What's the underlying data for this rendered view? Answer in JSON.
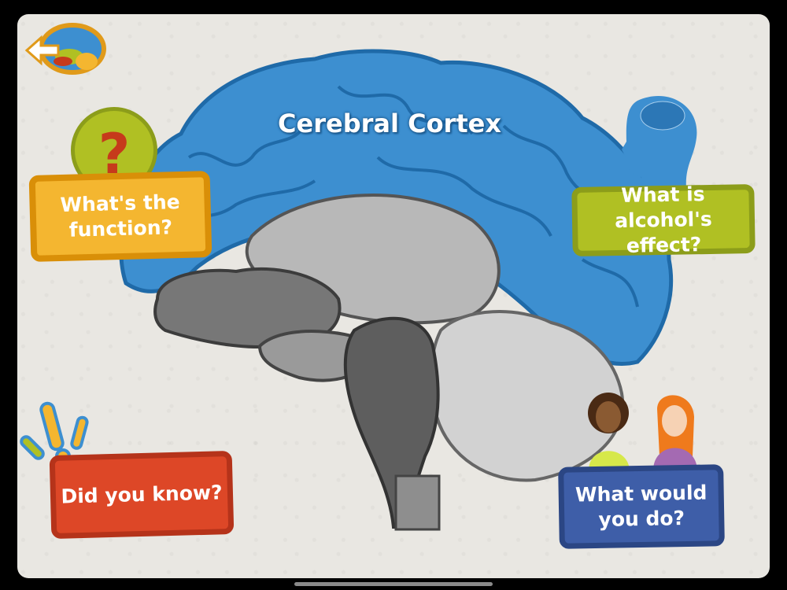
{
  "title": "Cerebral Cortex",
  "buttons": {
    "function": "What's the function?",
    "alcohol": "What is alcohol's effect?",
    "know": "Did you know?",
    "do": "What would you do?"
  },
  "icons": {
    "question": "?",
    "back": "back-arrow-brain-icon"
  },
  "colors": {
    "cortex": "#3d8fd0",
    "orange": "#f4b630",
    "green": "#b0c023",
    "red": "#dd4727",
    "blue": "#3e5ea8"
  }
}
